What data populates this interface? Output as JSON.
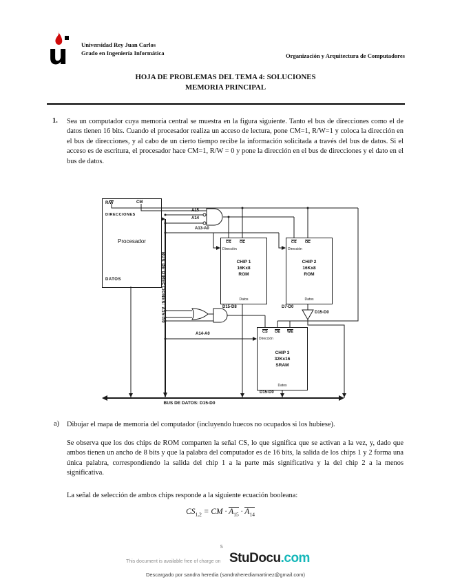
{
  "header": {
    "university": "Universidad Rey Juan Carlos",
    "degree": "Grado en Ingeniería Informática",
    "course": "Organización y Arquitectura de Computadores"
  },
  "title": {
    "line1": "HOJA DE PROBLEMAS DEL TEMA 4: SOLUCIONES",
    "line2": "MEMORIA PRINCIPAL"
  },
  "problem": {
    "number": "1.",
    "text": "Sea un computador cuya memoria central se muestra en la figura siguiente. Tanto el bus de direcciones como el de datos tienen 16 bits. Cuando el procesador realiza un acceso de lectura, pone CM=1, R/W=1 y coloca la dirección en el bus de direcciones, y al cabo de un cierto tiempo recibe la información solicitada a través del bus de datos. Si el acceso es de escritura, el procesador hace CM=1, R/W = 0 y pone la dirección en el bus de direcciones y el dato en el bus de datos."
  },
  "item_a": {
    "marker": "a)",
    "text": "Dibujar el mapa de memoria del computador (incluyendo huecos no ocupados si los hubiese)."
  },
  "paragraphs": {
    "p1": "Se observa que los dos chips de ROM comparten la señal CS, lo que significa que se activan a la vez, y, dado que ambos tienen un ancho de 8 bits y que la palabra del computador es de 16 bits, la salida de los chips 1 y 2 forma una única palabra, correspondiendo la salida del chip 1 a la parte más significativa y la del chip 2 a la menos significativa.",
    "p2": "La señal de selección de ambos chips responde a la siguiente ecuación booleana:"
  },
  "equation": {
    "lhs": "CS",
    "lhs_sub": "1,2",
    "equals": "= CM",
    "dot1": "·",
    "a15": "A",
    "a15_sub": "15",
    "dot2": "·",
    "a14": "A",
    "a14_sub": "14"
  },
  "diagram": {
    "processor": {
      "rw_prefix": "R/",
      "rw_w": "W",
      "cm": "CM",
      "direcciones": "DIRECCIONES",
      "name": "Procesador",
      "datos": "DATOS"
    },
    "bus_direcciones": "BUS DE DIRECCIONES: A15-A0",
    "bus_datos": "BUS DE DATOS: D15-D0",
    "wires": {
      "a15": "A15",
      "a14": "A14",
      "a13_a0": "A13-A0",
      "a14_a0": "A14-A0",
      "d15_d8": "D15-D8",
      "d7_d0": "D7-D0",
      "d15_d0": "D15-D0",
      "d15_d0_sram": "D15-D0"
    },
    "chip1": {
      "cs": "CS",
      "oe": "OE",
      "dir": "Dirección",
      "name": "CHIP 1",
      "size": "16Kx8",
      "type": "ROM",
      "datos": "Datos"
    },
    "chip2": {
      "cs": "CS",
      "oe": "OE",
      "dir": "Dirección",
      "name": "CHIP 2",
      "size": "16Kx8",
      "type": "ROM",
      "datos": "Datos"
    },
    "chip3": {
      "cs": "CS",
      "oe": "OE",
      "we": "WE",
      "dir": "Dirección",
      "name": "CHIP 3",
      "size": "32Kx16",
      "type": "SRAM",
      "datos": "Datos"
    }
  },
  "footer": {
    "page": "5",
    "notice": "This document is available free of charge on",
    "brand_main": "StuDocu",
    "brand_suffix": ".com",
    "downloaded": "Descargado por sandra heredia (sandraherediamartinez@gmail.com)"
  }
}
